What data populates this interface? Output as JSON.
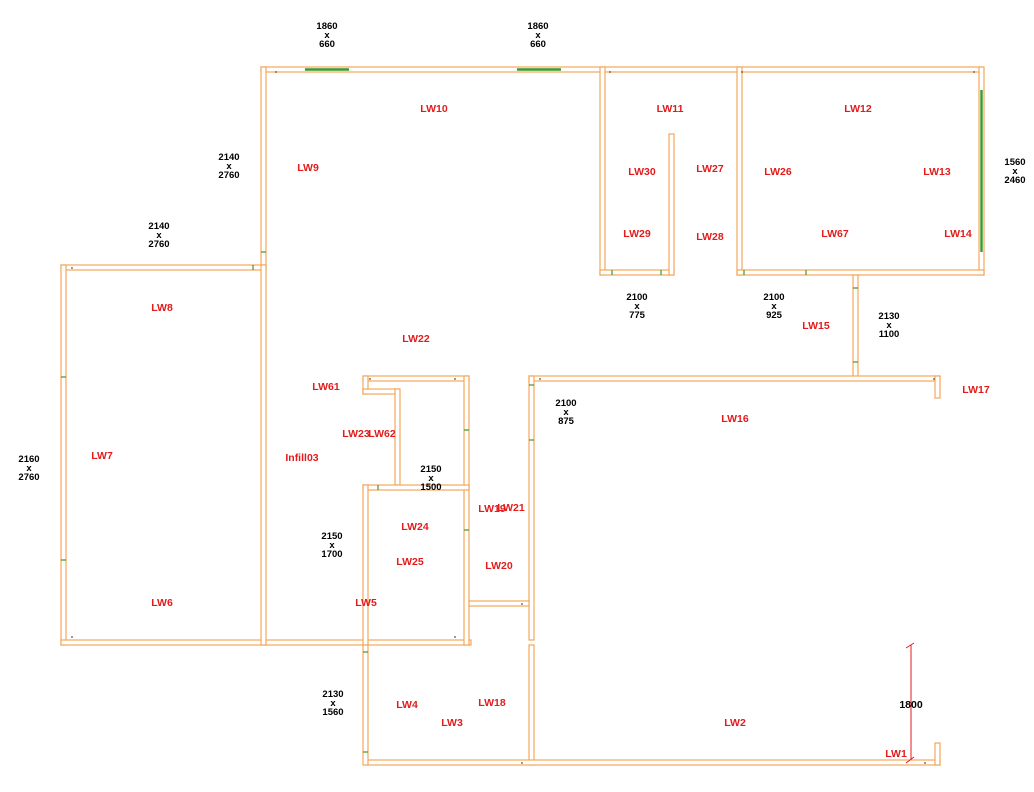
{
  "colors": {
    "wall_label": "#e31b1b",
    "dimension_text": "#000000",
    "wall_stroke": "#f2a65a",
    "opening": "#3a9a2a"
  },
  "wall_labels": {
    "lw10": "LW10",
    "lw11": "LW11",
    "lw12": "LW12",
    "lw9": "LW9",
    "lw30": "LW30",
    "lw27": "LW27",
    "lw26": "LW26",
    "lw13": "LW13",
    "lw29": "LW29",
    "lw28": "LW28",
    "lw67": "LW67",
    "lw14": "LW14",
    "lw8": "LW8",
    "lw22": "LW22",
    "lw15": "LW15",
    "lw61": "LW61",
    "lw17": "LW17",
    "lw16": "LW16",
    "lw23": "LW23",
    "lw62": "LW62",
    "lw7": "LW7",
    "infill03": "Infill03",
    "lw19": "LW19",
    "lw21": "LW21",
    "lw24": "LW24",
    "lw25": "LW25",
    "lw20": "LW20",
    "lw6": "LW6",
    "lw5": "LW5",
    "lw4": "LW4",
    "lw18": "LW18",
    "lw3": "LW3",
    "lw2": "LW2",
    "lw1": "LW1"
  },
  "dimension_label_1800": "1800",
  "opening_dimensions": {
    "d_top_a": [
      "1860",
      "x",
      "660"
    ],
    "d_top_b": [
      "1860",
      "x",
      "660"
    ],
    "d_right": [
      "1560",
      "x",
      "2460"
    ],
    "d_lw9": [
      "2140",
      "x",
      "2760"
    ],
    "d_lw8top": [
      "2140",
      "x",
      "2760"
    ],
    "d_lw7": [
      "2160",
      "x",
      "2760"
    ],
    "d_lw29": [
      "2100",
      "x",
      "775"
    ],
    "d_lw67": [
      "2100",
      "x",
      "925"
    ],
    "d_lw15": [
      "2130",
      "x",
      "1100"
    ],
    "d_lw16": [
      "2100",
      "x",
      "875"
    ],
    "d_center": [
      "2150",
      "x",
      "1500"
    ],
    "d_lw25": [
      "2150",
      "x",
      "1700"
    ],
    "d_lw4": [
      "2130",
      "x",
      "1560"
    ]
  }
}
